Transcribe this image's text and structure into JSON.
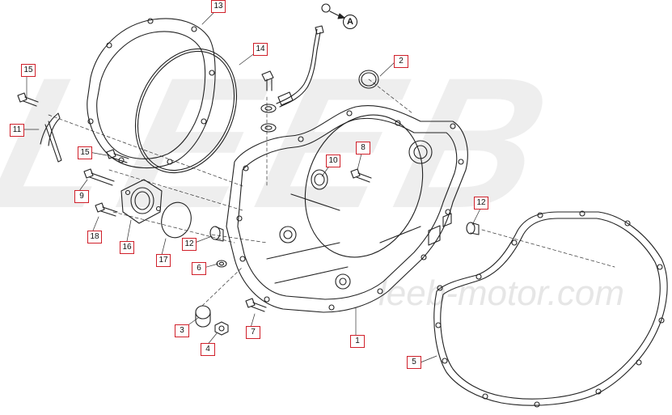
{
  "watermark": {
    "brand": "LEEB",
    "url": "leeb-motor.com"
  },
  "arrow_ref": "A",
  "callouts": {
    "c1": "1",
    "c2": "2",
    "c3": "3",
    "c4": "4",
    "c5": "5",
    "c6": "6",
    "c7": "7",
    "c8": "8",
    "c9": "9",
    "c10": "10",
    "c11": "11",
    "c12a": "12",
    "c12b": "12",
    "c13": "13",
    "c14": "14",
    "c15a": "15",
    "c15b": "15",
    "c16": "16",
    "c17": "17",
    "c18": "18"
  },
  "colors": {
    "callout_border": "#d0202a",
    "line": "#222222",
    "watermark": "#eeeeee"
  }
}
